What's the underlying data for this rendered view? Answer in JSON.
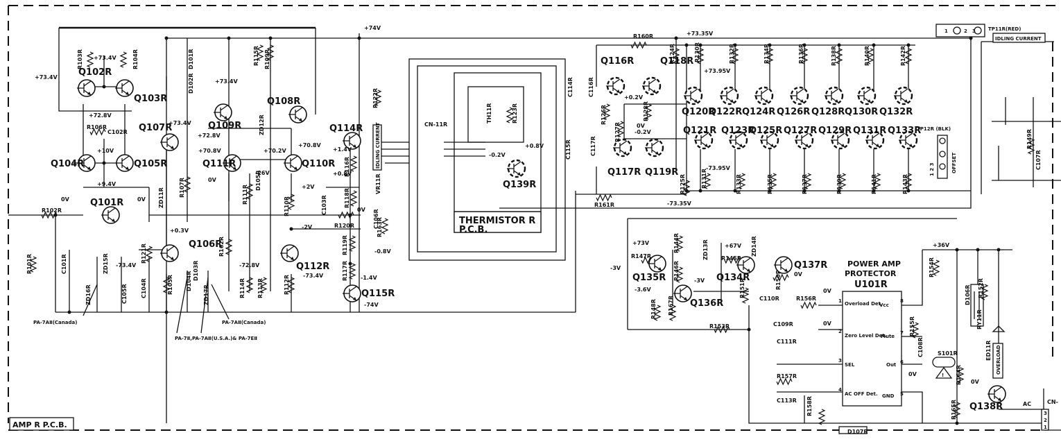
{
  "board": {
    "name": "AMP R P.C.B."
  },
  "thermistor_board": {
    "line1": "THERMISTOR R",
    "line2": "P.C.B."
  },
  "protector_ic": {
    "title1": "POWER AMP",
    "title2": "PROTECTOR",
    "part": "U101R",
    "pins_left": [
      "Overload Det.",
      "Zero Level Det.",
      "SEL",
      "AC OFF Det."
    ],
    "pins_right": [
      "Vcc",
      "Mute",
      "Out",
      "GND"
    ],
    "pin_numbers": [
      "1",
      "2",
      "3",
      "4",
      "5",
      "6",
      "7",
      "8"
    ]
  },
  "test_points": {
    "tp11": "TP11R(RED)",
    "idling_current": "IDLING CURRENT",
    "tp12": "TP12R (BLK)",
    "offset": "OFFSET",
    "vr_label": "IDLING CURRENT",
    "connector_pins": "1 2 3"
  },
  "overload_label": "OVERLOAD",
  "notes": {
    "canada1": "PA-7AⅡ(Canada)",
    "canada2": "PA-7AⅡ(Canada)",
    "usa": "PA-7Ⅱ,PA-7AⅡ(U.S.A.)& PA-7EⅡ"
  },
  "transistors": [
    "Q101R",
    "Q102R",
    "Q103R",
    "Q104R",
    "Q105R",
    "Q106R",
    "Q107R",
    "Q108R",
    "Q109R",
    "Q110R",
    "Q111R",
    "Q112R",
    "Q114R",
    "Q115R",
    "Q116R",
    "Q117R",
    "Q118R",
    "Q119R",
    "Q120R",
    "Q121R",
    "Q122R",
    "Q123R",
    "Q124R",
    "Q125R",
    "Q126R",
    "Q127R",
    "Q128R",
    "Q129R",
    "Q130R",
    "Q131R",
    "Q132R",
    "Q133R",
    "Q134R",
    "Q135R",
    "Q136R",
    "Q137R",
    "Q138R",
    "Q139R"
  ],
  "voltages": {
    "v_p74": "+74V",
    "v_m74": "-74V",
    "v_p73_4": "+73.4V",
    "v_p72_8": "+72.8V",
    "v_p10": "+10V",
    "v_p9_4": "+9.4V",
    "v_0": "0V",
    "v_p73_35": "+73.35V",
    "v_m73_35": "-73.35V",
    "v_p73_95": "+73.95V",
    "v_m73_95": "-73.95V",
    "v_p70_8": "+70.8V",
    "v_p70_2": "+70.2V",
    "v_m26": "-26V",
    "v_p2": "+2V",
    "v_m2": "-2V",
    "v_p1_4": "+1.4V",
    "v_m1_4": "-1.4V",
    "v_p0_8": "+0.8V",
    "v_m0_8": "-0.8V",
    "v_p0_3": "+0.3V",
    "v_m73_4": "-73.4V",
    "v_m72_8": "-72.8V",
    "v_p0_2": "+0.2V",
    "v_m0_2": "-0.2V",
    "v_p73": "+73V",
    "v_p67": "+67V",
    "v_m3": "-3V",
    "v_m3_6": "-3.6V",
    "v_p36": "+36V",
    "v_ac": "AC"
  },
  "components": {
    "r101": "R101R",
    "r102": "R102R",
    "r103": "R103R",
    "r104": "R104R",
    "r105": "R105R",
    "r106": "R106R",
    "r107": "R107R",
    "r109": "R109R",
    "r110": "R110R",
    "r111": "R111R",
    "r112": "R112R",
    "r113": "R113R",
    "r114": "R114R",
    "r115": "R115R",
    "r116": "R116R",
    "r117": "R117R",
    "r118": "R118R",
    "r119": "R119R",
    "r120": "R120R",
    "r121": "R121R",
    "r122": "R122R",
    "r123": "R123R",
    "r124": "R124R",
    "r125": "R125R",
    "r126": "R126R",
    "r127": "R127R",
    "r128": "R128R",
    "r130": "R130R",
    "r131": "R131R",
    "r132": "R132R",
    "r133": "R133R",
    "r134": "R134R",
    "r135": "R135R",
    "r136": "R136R",
    "r137": "R137R",
    "r138": "R138R",
    "r139": "R139R",
    "r140": "R140R",
    "r141": "R141R",
    "r142": "R142R",
    "r143": "R143R",
    "r144": "R144R",
    "r145": "R145R",
    "r146": "R146R",
    "r147": "R147R",
    "r148": "R148R",
    "r149": "R149R",
    "r150": "R150R",
    "r151": "R151R",
    "r152": "R152R",
    "r153": "R153R",
    "r154": "R154R",
    "r155": "R155R",
    "r156": "R156R",
    "r157": "R157R",
    "r158": "R158R",
    "r160": "R160R",
    "r161": "R161R",
    "r162": "R162R",
    "r163": "R163R",
    "r164": "R164R",
    "r165": "R165R",
    "r167": "R167R",
    "c101": "C101R",
    "c102": "C102R",
    "c103": "C103R",
    "c104": "C104R",
    "c105": "C105R",
    "c106": "C106R",
    "c107": "C107R",
    "c108": "C108R",
    "c109": "C109R",
    "c110": "C110R",
    "c111": "C111R",
    "c113": "C113R",
    "c114": "C114R",
    "c115": "C115R",
    "c116": "C116R",
    "c117": "C117R",
    "d101": "D101R",
    "d102": "D102R",
    "d103": "D103R",
    "d104": "D104R",
    "d105": "D105R",
    "d106": "D106R",
    "d107": "D107R",
    "zd11": "ZD11R",
    "zd12": "ZD12R",
    "zd13": "ZD13R",
    "zd14": "ZD14R",
    "zd15": "ZD15R",
    "zd16": "ZD16R",
    "zd17": "ZD17R",
    "cn11": "CN-11R",
    "th11": "TH11R",
    "vr11": "VR11R",
    "ry11": "RY11R",
    "s101": "S101R",
    "ed11": "ED11R",
    "cn_right": "CN-"
  }
}
